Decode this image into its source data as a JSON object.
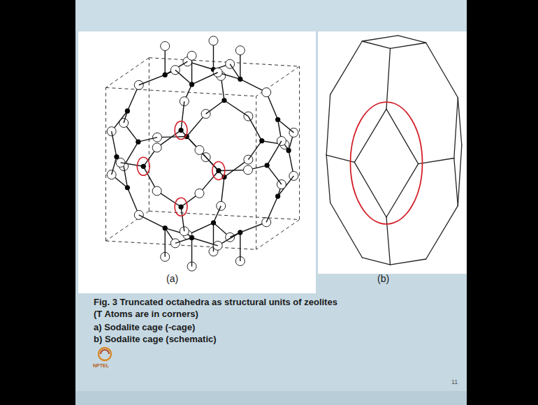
{
  "diagram": {
    "caption": "Fig. 3 Truncated octahedra as structural units of zeolites (T Atoms are in corners)",
    "labels": [
      "(a)",
      "(b)",
      "a) Sodalite cage (-cage)",
      "b) Sodalite cage (schematic)",
      "NPTEL",
      "11"
    ]
  }
}
